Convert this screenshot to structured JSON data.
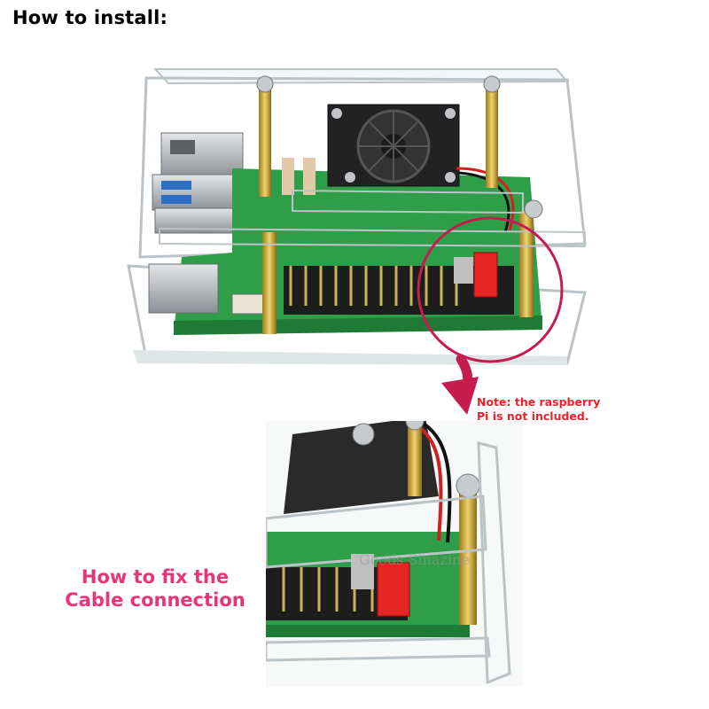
{
  "title": "How to install:",
  "note": {
    "line1": "Note: the raspberry",
    "line2": "Pi is not included."
  },
  "caption": {
    "line1": "How to fix the",
    "line2": "Cable connection"
  },
  "watermark": "Goods Sinazine",
  "colors": {
    "title": "#000000",
    "note": "#e8242b",
    "caption": "#e8357a",
    "circle": "#c61d4f",
    "pcb": "#2f9e48",
    "acrylic_edge": "#bcc3c6"
  },
  "icons": [
    "fan-icon",
    "arrow-down-icon"
  ]
}
